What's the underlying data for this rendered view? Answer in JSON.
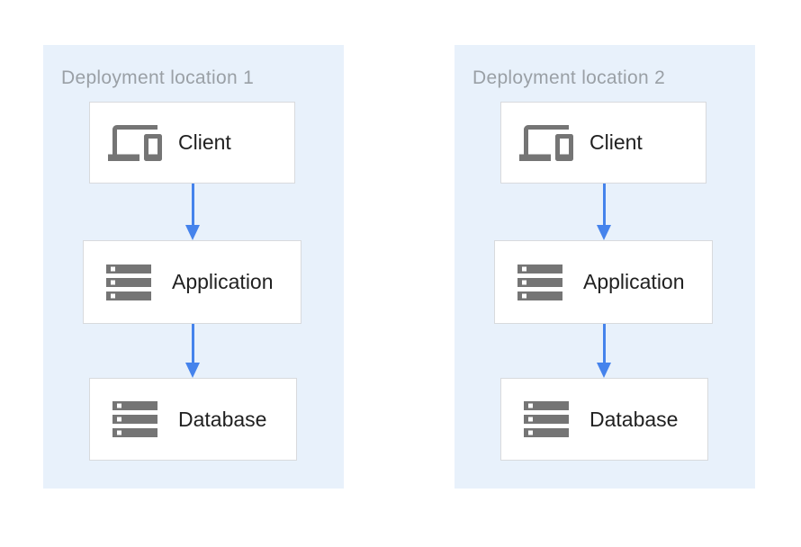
{
  "diagram": {
    "panels": [
      {
        "title": "Deployment location 1",
        "nodes": [
          {
            "label": "Client",
            "icon": "devices-icon"
          },
          {
            "label": "Application",
            "icon": "server-stack-icon"
          },
          {
            "label": "Database",
            "icon": "server-stack-icon"
          }
        ]
      },
      {
        "title": "Deployment location 2",
        "nodes": [
          {
            "label": "Client",
            "icon": "devices-icon"
          },
          {
            "label": "Application",
            "icon": "server-stack-icon"
          },
          {
            "label": "Database",
            "icon": "server-stack-icon"
          }
        ]
      }
    ],
    "colors": {
      "panel_background": "#E8F1FB",
      "node_background": "#FFFFFF",
      "node_border": "#D8DADD",
      "arrow": "#4583EC",
      "icon": "#757575",
      "title_text": "#9AA0A6",
      "label_text": "#212121"
    }
  }
}
